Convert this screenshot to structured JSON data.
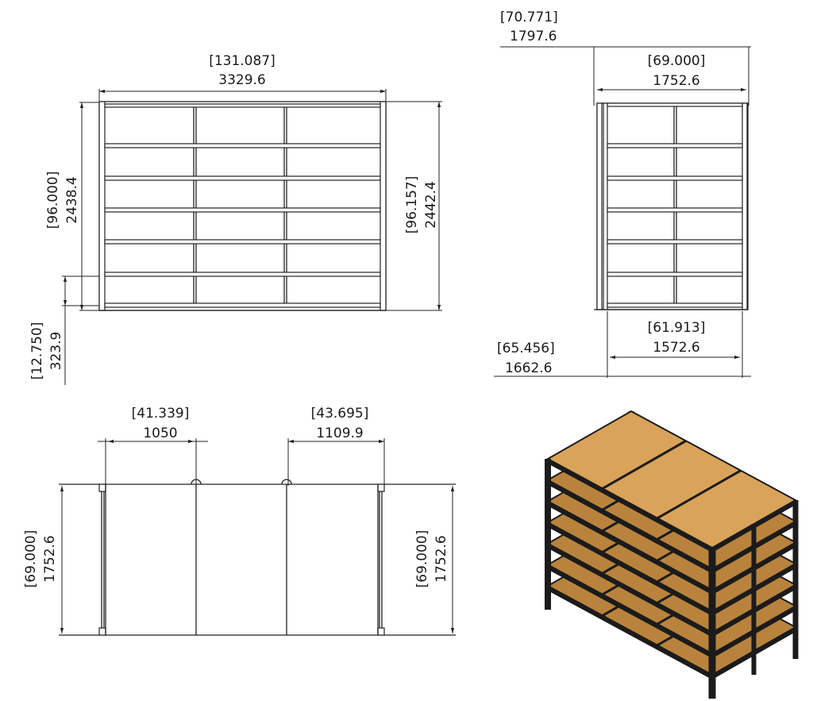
{
  "front_view": {
    "width_in": "[131.087]",
    "width_mm": "3329.6",
    "height_left_in": "[96.000]",
    "height_left_mm": "2438.4",
    "height_right_in": "[96.157]",
    "height_right_mm": "2442.4",
    "bottom_in": "[12.750]",
    "bottom_mm": "323.9"
  },
  "side_view": {
    "offset_top_in": "[70.771]",
    "offset_top_mm": "1797.6",
    "depth_top_in": "[69.000]",
    "depth_top_mm": "1752.6",
    "inner_in": "[61.913]",
    "inner_mm": "1572.6",
    "offset_bottom_in": "[65.456]",
    "offset_bottom_mm": "1662.6"
  },
  "top_view": {
    "bay1_in": "[41.339]",
    "bay1_mm": "1050",
    "bay2_in": "[43.695]",
    "bay2_mm": "1109.9",
    "depth_left_in": "[69.000]",
    "depth_left_mm": "1752.6",
    "depth_right_in": "[69.000]",
    "depth_right_mm": "1752.6"
  },
  "colors": {
    "line": "#222222",
    "board": "#d9a35a",
    "board_dark": "#b9833d",
    "steel": "#1b1b1b"
  }
}
